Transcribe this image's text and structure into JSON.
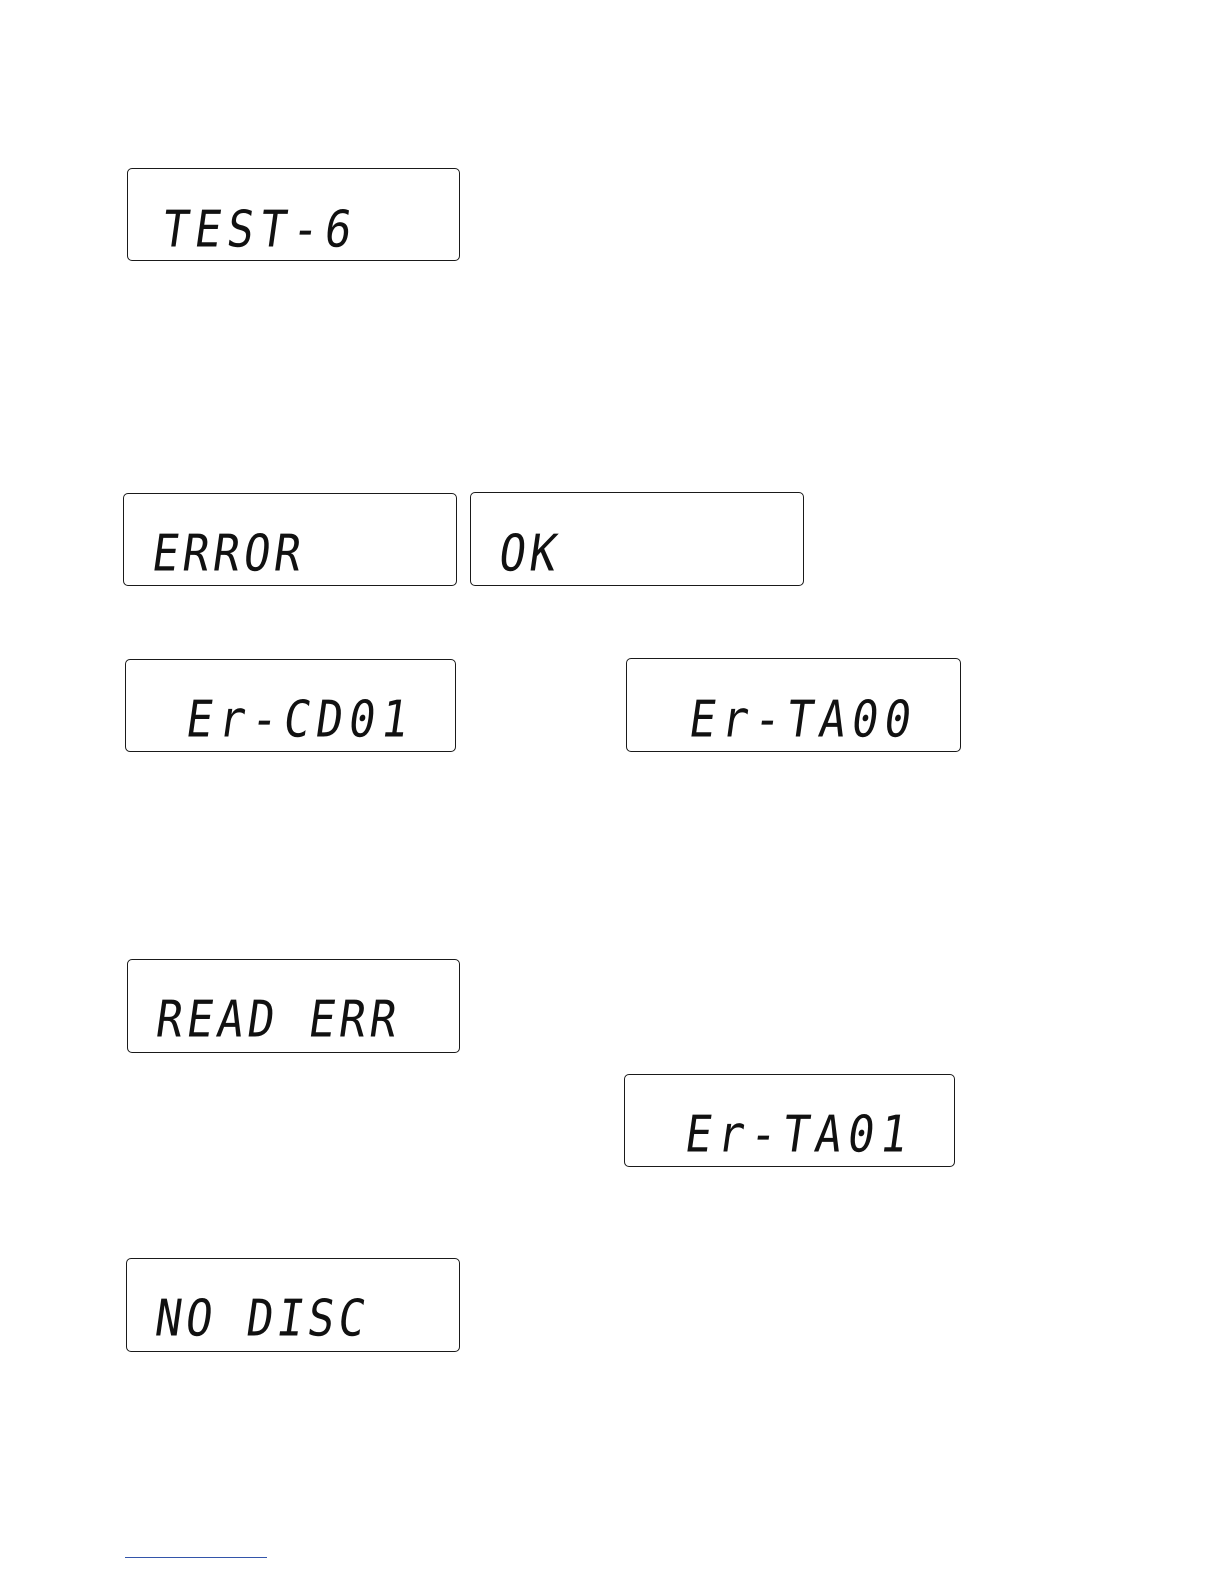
{
  "displays": {
    "test6": "TEST-6",
    "error": "ERROR",
    "ok": "OK",
    "er_cd01": "Er-CD01",
    "er_ta00": "Er-TA00",
    "read_err": "READ ERR",
    "er_ta01": "Er-TA01",
    "no_disc": "NO DISC"
  }
}
